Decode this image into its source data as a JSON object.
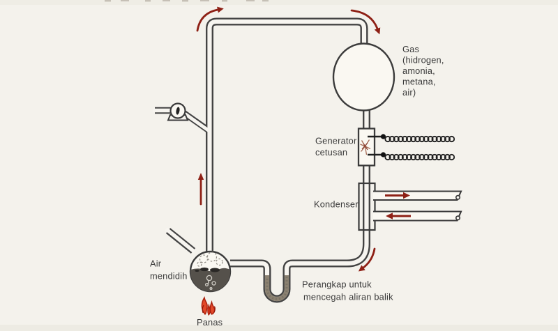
{
  "diagram": {
    "labels": {
      "gas": {
        "lines": [
          "Gas",
          "(hidrogen,",
          "amonia,",
          "metana,",
          "air)"
        ]
      },
      "spark_generator": {
        "lines": [
          "Generator",
          "cetusan"
        ]
      },
      "condenser": {
        "lines": [
          "Kondenser"
        ]
      },
      "backflow_trap": {
        "lines": [
          "Perangkap untuk",
          "mencegah aliran balik"
        ]
      },
      "boiling_water": {
        "lines": [
          "Air",
          "mendidih"
        ]
      },
      "heat": {
        "lines": [
          "Panas"
        ]
      }
    },
    "colors": {
      "background": "#f4f2ec",
      "ink": "#3e3e3e",
      "arrow_red": "#8e2015",
      "flame_fill": "#e2492a",
      "flame_outline": "#a81f0c",
      "flask_water": "#55514b",
      "trap_liquid": "#8b8171"
    }
  }
}
